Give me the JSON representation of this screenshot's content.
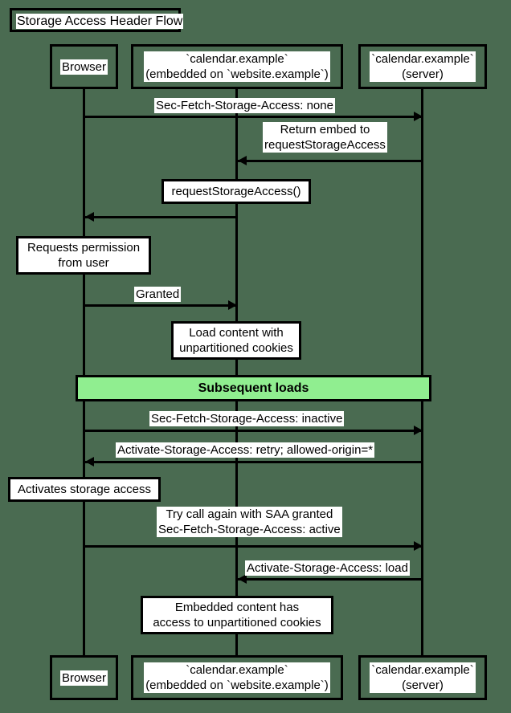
{
  "diagram": {
    "title": "Storage Access Header Flow",
    "background_color": "#4a6b51",
    "section_band_color": "#90ee90",
    "line_color": "#000000"
  },
  "participants": [
    {
      "id": "browser",
      "label": "Browser"
    },
    {
      "id": "embed",
      "label": "`calendar.example`\n(embedded on `website.example`)"
    },
    {
      "id": "server",
      "label": "`calendar.example`\n(server)"
    }
  ],
  "footer_participants": [
    {
      "id": "browser",
      "label": "Browser"
    },
    {
      "id": "embed",
      "label": "`calendar.example`\n(embedded on `website.example`)"
    },
    {
      "id": "server",
      "label": "`calendar.example`\n(server)"
    }
  ],
  "messages": [
    {
      "id": "m1",
      "from": "browser",
      "to": "server",
      "direction": "right",
      "label": "Sec-Fetch-Storage-Access: none"
    },
    {
      "id": "m2",
      "from": "server",
      "to": "embed",
      "direction": "left",
      "label": "Return embed to\nrequestStorageAccess"
    },
    {
      "id": "m3",
      "from": "embed",
      "to": "browser",
      "direction": "left",
      "label": ""
    },
    {
      "id": "m4",
      "from": "browser",
      "to": "embed",
      "direction": "right",
      "label": "Granted"
    },
    {
      "id": "m5",
      "from": "browser",
      "to": "server",
      "direction": "right",
      "label": "Sec-Fetch-Storage-Access: inactive"
    },
    {
      "id": "m6",
      "from": "server",
      "to": "browser",
      "direction": "left",
      "label": "Activate-Storage-Access: retry; allowed-origin=*"
    },
    {
      "id": "m7",
      "from": "browser",
      "to": "server",
      "direction": "right",
      "label": "Try call again with SAA granted\nSec-Fetch-Storage-Access: active"
    },
    {
      "id": "m8",
      "from": "server",
      "to": "embed",
      "direction": "left",
      "label": "Activate-Storage-Access: load"
    }
  ],
  "notes": [
    {
      "id": "n1",
      "over": "embed",
      "text": "requestStorageAccess()"
    },
    {
      "id": "n2",
      "over": "browser",
      "text": "Requests permission\nfrom user"
    },
    {
      "id": "n3",
      "over": "embed",
      "text": "Load content with\nunpartitioned cookies"
    },
    {
      "id": "n4",
      "over": "browser",
      "text": "Activates storage access"
    },
    {
      "id": "n5",
      "over": "embed",
      "text": "Embedded content has\naccess to unpartitioned cookies"
    }
  ],
  "sections": [
    {
      "id": "s1",
      "label": "Subsequent loads"
    }
  ]
}
